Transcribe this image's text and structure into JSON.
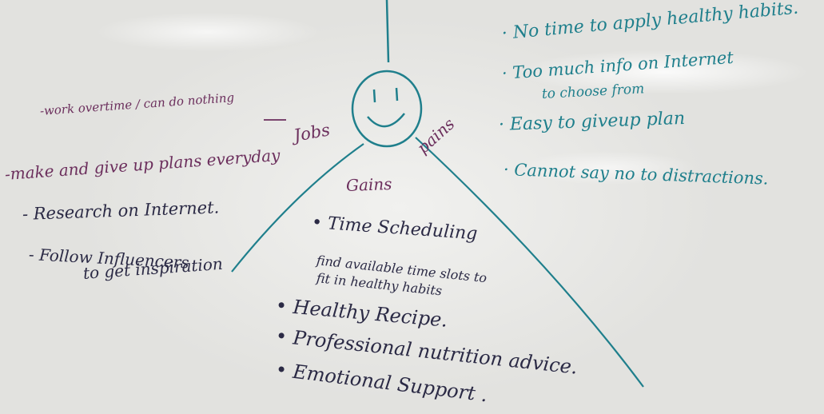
{
  "colors": {
    "board": "#e6e6e3",
    "blue_marker": "#1f7f8c",
    "purple_marker": "#6b2e5c",
    "navy_marker": "#2b2a45"
  },
  "icons": [
    "smiley-face-icon"
  ],
  "labels": {
    "jobs": "Jobs",
    "pains": "pains",
    "gains": "Gains"
  },
  "jobs_notes": [
    "-work overtime / can do nothing",
    "-make and give up plans everyday",
    "- Research on Internet.",
    "- Follow Influencers",
    "to get inspiration"
  ],
  "gains_notes": [
    "• Time Scheduling",
    "find available time slots to",
    "fit in healthy habits",
    "• Healthy Recipe.",
    "• Professional nutrition advice.",
    "• Emotional Support ."
  ],
  "pains_notes": [
    "· No time to apply healthy habits.",
    "· Too much info on Internet",
    "to choose from",
    "· Easy to giveup plan",
    "· Cannot say no to distractions."
  ]
}
